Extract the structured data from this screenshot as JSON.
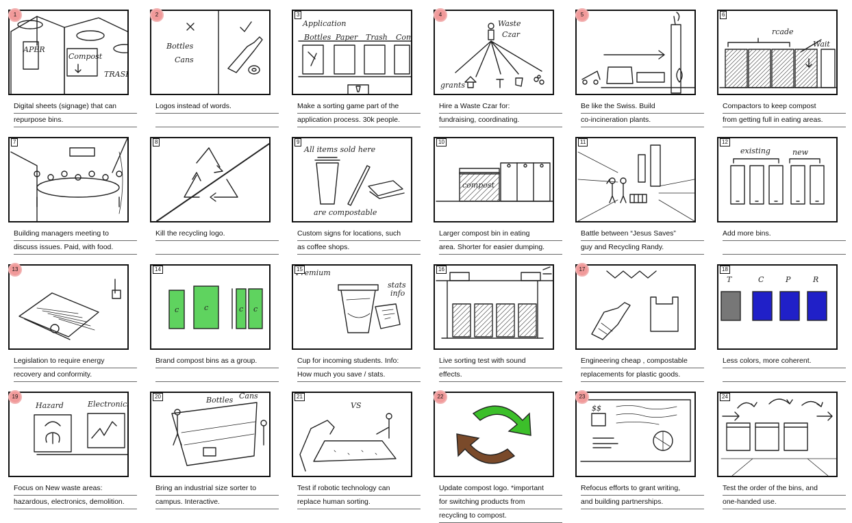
{
  "cards": [
    {
      "num": "1",
      "highlight": true,
      "lines": [
        "Digital sheets (signage) that can",
        "repurpose bins."
      ],
      "sketch_text": [
        "APER",
        "Compost",
        "TRASH"
      ],
      "icon": "bins-with-signage-icon"
    },
    {
      "num": "2",
      "highlight": true,
      "lines": [
        "Logos instead of words.",
        ""
      ],
      "sketch_text": [
        "Bottles",
        "Cans"
      ],
      "icon": "bottle-can-logos-icon"
    },
    {
      "num": "3",
      "highlight": false,
      "lines": [
        "Make a sorting game part of the",
        "application process. 30k people."
      ],
      "sketch_text": [
        "Application",
        "Bottles",
        "Paper",
        "Trash",
        "Compost"
      ],
      "icon": "sorting-game-icon"
    },
    {
      "num": "4",
      "highlight": true,
      "lines": [
        "Hire a Waste Czar for:",
        "fundraising, coordinating."
      ],
      "sketch_text": [
        "Waste",
        "Czar",
        "grants"
      ],
      "icon": "waste-czar-icon"
    },
    {
      "num": "5",
      "highlight": true,
      "lines": [
        "Be like the Swiss. Build",
        "co-incineration plants."
      ],
      "sketch_text": [],
      "icon": "incineration-plant-icon"
    },
    {
      "num": "6",
      "highlight": false,
      "lines": [
        "Compactors to keep compost",
        "from getting full in eating areas."
      ],
      "sketch_text": [
        "rcade",
        "Wait"
      ],
      "icon": "compactor-icon"
    },
    {
      "num": "7",
      "highlight": false,
      "lines": [
        "Building managers meeting to",
        "discuss issues. Paid, with food."
      ],
      "sketch_text": [],
      "icon": "meeting-table-icon"
    },
    {
      "num": "8",
      "highlight": false,
      "lines": [
        "Kill the recycling logo.",
        ""
      ],
      "sketch_text": [],
      "icon": "crossed-recycling-icon"
    },
    {
      "num": "9",
      "highlight": false,
      "lines": [
        "Custom signs for locations, such",
        "as coffee shops."
      ],
      "sketch_text": [
        "All items sold here",
        "are compostable"
      ],
      "icon": "coffee-sign-icon"
    },
    {
      "num": "10",
      "highlight": false,
      "lines": [
        "Larger compost bin in eating",
        "area. Shorter for easier dumping."
      ],
      "sketch_text": [
        "compost"
      ],
      "icon": "large-compost-bin-icon"
    },
    {
      "num": "11",
      "highlight": false,
      "lines": [
        "Battle between “Jesus Saves”",
        "guy and Recycling Randy."
      ],
      "sketch_text": [],
      "icon": "street-battle-icon"
    },
    {
      "num": "12",
      "highlight": false,
      "lines": [
        "Add more bins.",
        ""
      ],
      "sketch_text": [
        "existing",
        "new"
      ],
      "icon": "more-bins-icon"
    },
    {
      "num": "13",
      "highlight": true,
      "lines": [
        "Legislation to require energy",
        "recovery and conformity."
      ],
      "sketch_text": [],
      "icon": "legislation-gavel-icon"
    },
    {
      "num": "14",
      "highlight": false,
      "lines": [
        "Brand compost bins as a group.",
        ""
      ],
      "sketch_text": [
        "c",
        "c",
        "c",
        "c"
      ],
      "icon": "green-bins-icon"
    },
    {
      "num": "15",
      "highlight": false,
      "lines": [
        "Cup for incoming students. Info:",
        "How much you save / stats."
      ],
      "sketch_text": [
        "Premium",
        "stats",
        "info"
      ],
      "icon": "student-cup-icon"
    },
    {
      "num": "16",
      "highlight": false,
      "lines": [
        "Live sorting test with sound",
        "effects."
      ],
      "sketch_text": [],
      "icon": "sorting-counter-icon"
    },
    {
      "num": "17",
      "highlight": true,
      "lines": [
        "Engineering cheap , compostable",
        "replacements for plastic goods."
      ],
      "sketch_text": [],
      "icon": "compostable-goods-icon"
    },
    {
      "num": "18",
      "highlight": false,
      "lines": [
        "Less colors, more coherent.",
        ""
      ],
      "sketch_text": [
        "T",
        "C",
        "P",
        "R"
      ],
      "icon": "colored-bins-icon"
    },
    {
      "num": "19",
      "highlight": true,
      "lines": [
        "Focus on New waste areas:",
        "hazardous, electronics, demolition."
      ],
      "sketch_text": [
        "Hazard",
        "Electronics"
      ],
      "icon": "hazard-electronics-icon"
    },
    {
      "num": "20",
      "highlight": false,
      "lines": [
        "Bring an industrial size sorter to",
        "campus. Interactive."
      ],
      "sketch_text": [
        "Bottles",
        "Cans"
      ],
      "icon": "industrial-sorter-icon"
    },
    {
      "num": "21",
      "highlight": false,
      "lines": [
        "Test if robotic technology can",
        "replace human sorting."
      ],
      "sketch_text": [
        "VS"
      ],
      "icon": "robot-vs-human-icon"
    },
    {
      "num": "22",
      "highlight": true,
      "lines": [
        "Update compost logo. *important",
        "for switching products from",
        "recycling to compost."
      ],
      "sketch_text": [],
      "icon": "compost-cycle-logo-icon"
    },
    {
      "num": "23",
      "highlight": true,
      "lines": [
        "Refocus efforts to grant writing,",
        "and building partnerships."
      ],
      "sketch_text": [
        "$$"
      ],
      "icon": "grant-writing-icon"
    },
    {
      "num": "24",
      "highlight": false,
      "lines": [
        "Test the order of the bins, and",
        "one-handed use."
      ],
      "sketch_text": [],
      "icon": "bin-order-icon"
    }
  ],
  "colors": {
    "frame": "#111111",
    "highlight_badge": "#f19a9a",
    "compost_green": "#5fd35f",
    "bin_blue": "#2020c8",
    "bin_gray": "#777777",
    "logo_green": "#3cbf2a",
    "logo_brown": "#7a4a2a"
  }
}
